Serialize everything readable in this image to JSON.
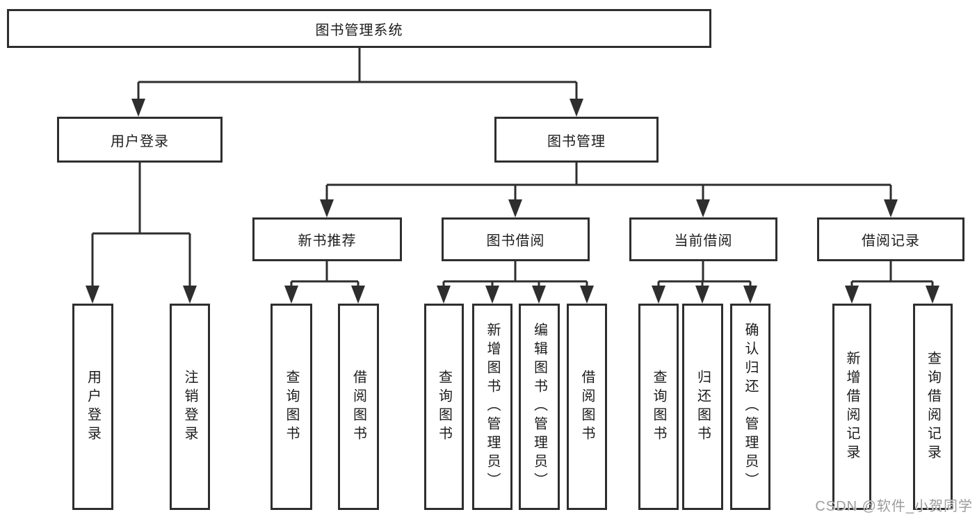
{
  "diagram": {
    "root": "图书管理系统",
    "branches": [
      {
        "label": "用户登录",
        "children": [
          "用户登录",
          "注销登录"
        ]
      },
      {
        "label": "图书管理",
        "sub_branches": [
          {
            "label": "新书推荐",
            "children": [
              "查询图书",
              "借阅图书"
            ]
          },
          {
            "label": "图书借阅",
            "children": [
              "查询图书",
              "新增图书（管理员）",
              "编辑图书（管理员）",
              "借阅图书"
            ]
          },
          {
            "label": "当前借阅",
            "children": [
              "查询图书",
              "归还图书",
              "确认归还（管理员）"
            ]
          },
          {
            "label": "借阅记录",
            "children": [
              "新增借阅记录",
              "查询借阅记录"
            ]
          }
        ]
      }
    ]
  },
  "colors": {
    "line": "#2e2e2e",
    "background": "#ffffff",
    "watermark_text": "#9c9c9c"
  },
  "watermark": "CSDN @软件_小贺同学"
}
